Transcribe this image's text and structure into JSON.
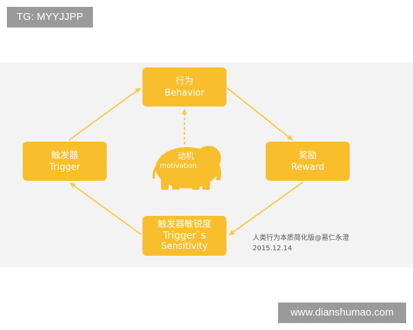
{
  "watermarks": {
    "top": "TG: MYYJJPP",
    "bottom": "www.dianshumao.com"
  },
  "nodes": {
    "behavior": {
      "zh": "行为",
      "en": "Behavior"
    },
    "trigger": {
      "zh": "触发器",
      "en": "Trigger"
    },
    "reward": {
      "zh": "奖励",
      "en": "Reward"
    },
    "sensitivity": {
      "zh": "触发器敏锐度",
      "en1": "Trigger`s",
      "en2": "Sensitivity"
    }
  },
  "center": {
    "zh": "动机",
    "en": "motivation",
    "icon": "elephant-icon"
  },
  "caption": {
    "line1": "人类行为本质简化版@易仁永澄",
    "line2": "2015.12.14"
  },
  "colors": {
    "node": "#f9be2c",
    "arrow": "#f9c94a",
    "band": "#f3f3f3",
    "watermark": "#9a9a9a"
  }
}
